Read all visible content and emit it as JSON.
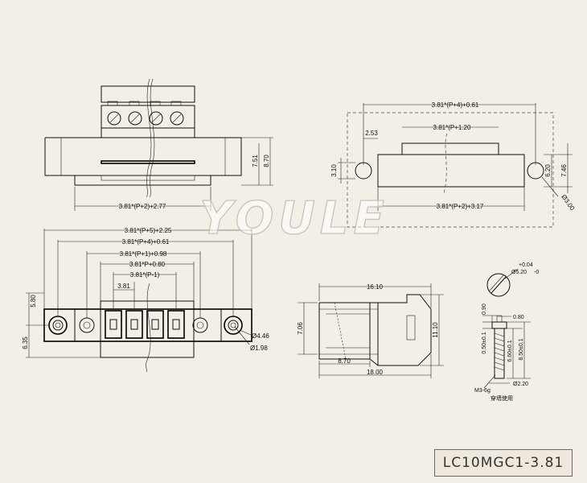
{
  "watermark": "YOULE",
  "model_label": "LC10MGC1-3.81",
  "views": {
    "top_view": {
      "dim_width": "3.81*(P+2)+2.77",
      "dim_h1": "7.51",
      "dim_h2": "8.70"
    },
    "panel_cutout": {
      "dim_top": "3.81*(P+4)+0.61",
      "dim_inner": "3.81*(P+1.20",
      "dim_left": "2.53",
      "dim_bottom": "3.81*(P+2)+3.17",
      "dim_left_h": "3.10",
      "dim_right_h1": "6.20",
      "dim_right_h2": "7.46",
      "dim_hole": "Ø3.00"
    },
    "front_view": {
      "dim_1": "3.81*(P+5)+2.25",
      "dim_2": "3.81*(P+4)+0.61",
      "dim_3": "3.81*(P+1)+0.98",
      "dim_4": "3.81*P+0.80",
      "dim_5": "3.81*(P-1)",
      "dim_pitch": "3.81",
      "dim_h_top": "5.80",
      "dim_h_bottom": "6.35",
      "dim_d1": "Ø4.46",
      "dim_d2": "Ø1.98"
    },
    "side_view": {
      "dim_top": "16.10",
      "dim_left": "7.06",
      "dim_right": "11.10",
      "dim_bottom1": "8.70",
      "dim_bottom2": "18.00"
    },
    "screw": {
      "dim_head": "Ø5.20",
      "dim_tol_plus": "+0.04",
      "dim_tol_minus": "-0",
      "dim_090": "0.90",
      "dim_080": "0.80",
      "dim_050": "0.50±0.1",
      "dim_660": "6.60±0.1",
      "dim_850": "8.50±0.1",
      "dim_220": "Ø2.20",
      "thread": "M3-6g",
      "note": "穿墙使用"
    }
  }
}
